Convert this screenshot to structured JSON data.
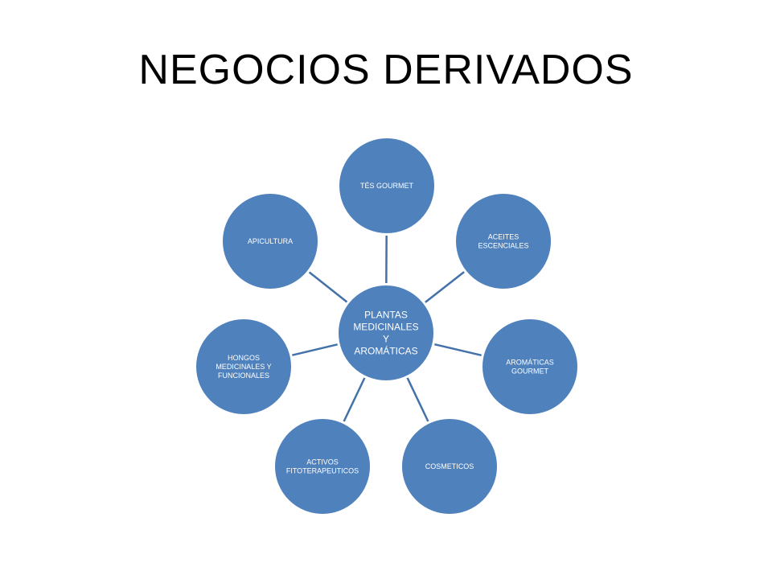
{
  "title": "NEGOCIOS DERIVADOS",
  "colors": {
    "node_fill": "#4f81bd",
    "node_stroke": "#ffffff",
    "connector": "#4472a8",
    "label": "#ffffff"
  },
  "diagram": {
    "center": {
      "lines": [
        "PLANTAS",
        "MEDICINALES",
        "Y",
        "AROMÁTICAS"
      ]
    },
    "nodes": [
      {
        "id": "tes-gourmet",
        "lines": [
          "TÉS GOURMET"
        ]
      },
      {
        "id": "aceites-esenciales",
        "lines": [
          "ACEITES",
          "ESCENCIALES"
        ]
      },
      {
        "id": "aromaticas-gourmet",
        "lines": [
          "AROMÁTICAS",
          "GOURMET"
        ]
      },
      {
        "id": "cosmeticos",
        "lines": [
          "COSMETICOS"
        ]
      },
      {
        "id": "activos-fitoterapeuticos",
        "lines": [
          "ACTIVOS",
          "FITOTERAPEUTICOS"
        ]
      },
      {
        "id": "hongos-medicinales",
        "lines": [
          "HONGOS",
          "MEDICINALES Y",
          "FUNCIONALES"
        ]
      },
      {
        "id": "apicultura",
        "lines": [
          "APICULTURA"
        ]
      }
    ]
  }
}
